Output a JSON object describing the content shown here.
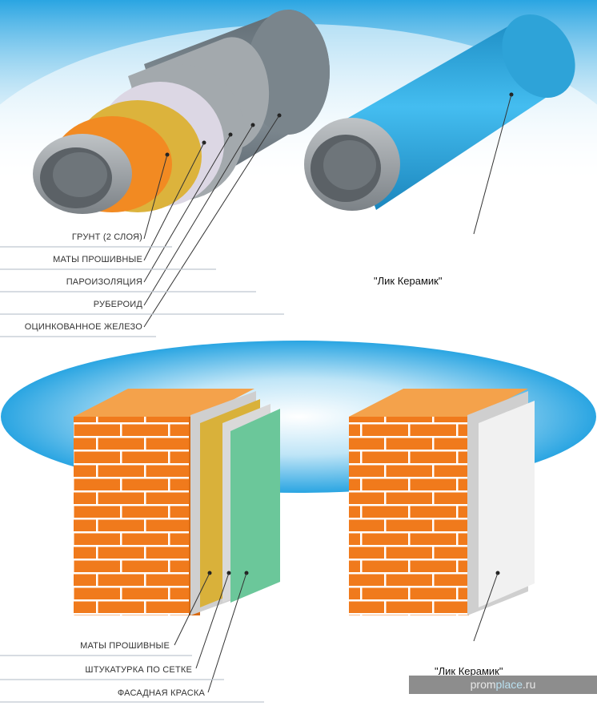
{
  "top_labels": {
    "primer": "ГРУНТ (2 СЛОЯ)",
    "mats": "МАТЫ ПРОШИВНЫЕ",
    "vapor": "ПАРОИЗОЛЯЦИЯ",
    "roofing": "РУБЕРОИД",
    "galvanized": "ОЦИНКОВАННОЕ ЖЕЛЕЗО"
  },
  "bottom_labels": {
    "mats": "МАТЫ ПРОШИВНЫЕ",
    "plaster": "ШТУКАТУРКА ПО СЕТКЕ",
    "paint": "ФАСАДНАЯ КРАСКА"
  },
  "captions": {
    "top_right": "\"Лик Керамик\"",
    "bottom_right": "\"Лик Керамик\""
  },
  "watermark": {
    "prefix": "prom",
    "accent": "place",
    "suffix": ".ru"
  },
  "colors": {
    "sky": "#2aa5e2",
    "brick": "#f07a1c",
    "mortar": "#ffffff",
    "pipe_steel": "#8a8f94",
    "insulation_yellow": "#d9b13a",
    "primer_orange": "#f28a22",
    "vapor_lavender": "#d8d3e0",
    "roofing_gray": "#a8adb2",
    "galvanized_gray": "#6f7a82",
    "ceramic_blue": "#2ba9dc",
    "green_paint": "#6bc79a",
    "plaster_gray": "#c8c8c8"
  }
}
